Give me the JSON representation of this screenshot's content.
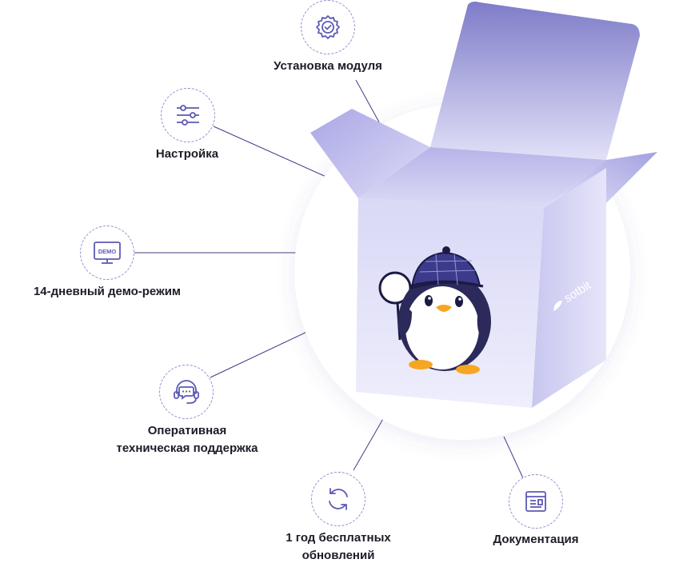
{
  "colors": {
    "accent": "#5c5ab2",
    "line": "#3f3d86",
    "box_light": "#e9e8fa",
    "box_mid": "#c9c7f0",
    "box_dark": "#6e6cc0"
  },
  "brand": {
    "name": "sotbit"
  },
  "features": [
    {
      "label": "Установка модуля",
      "icon": "gear-check-icon"
    },
    {
      "label": "Настройка",
      "icon": "sliders-icon"
    },
    {
      "label": "14-дневный демо-режим",
      "icon": "monitor-demo-icon",
      "badge": "DEMO"
    },
    {
      "label_lines": [
        "Оперативная",
        "техническая поддержка"
      ],
      "icon": "chat-headset-icon"
    },
    {
      "label_lines": [
        "1 год бесплатных",
        "обновлений"
      ],
      "icon": "refresh-icon"
    },
    {
      "label": "Документация",
      "icon": "document-icon"
    }
  ]
}
